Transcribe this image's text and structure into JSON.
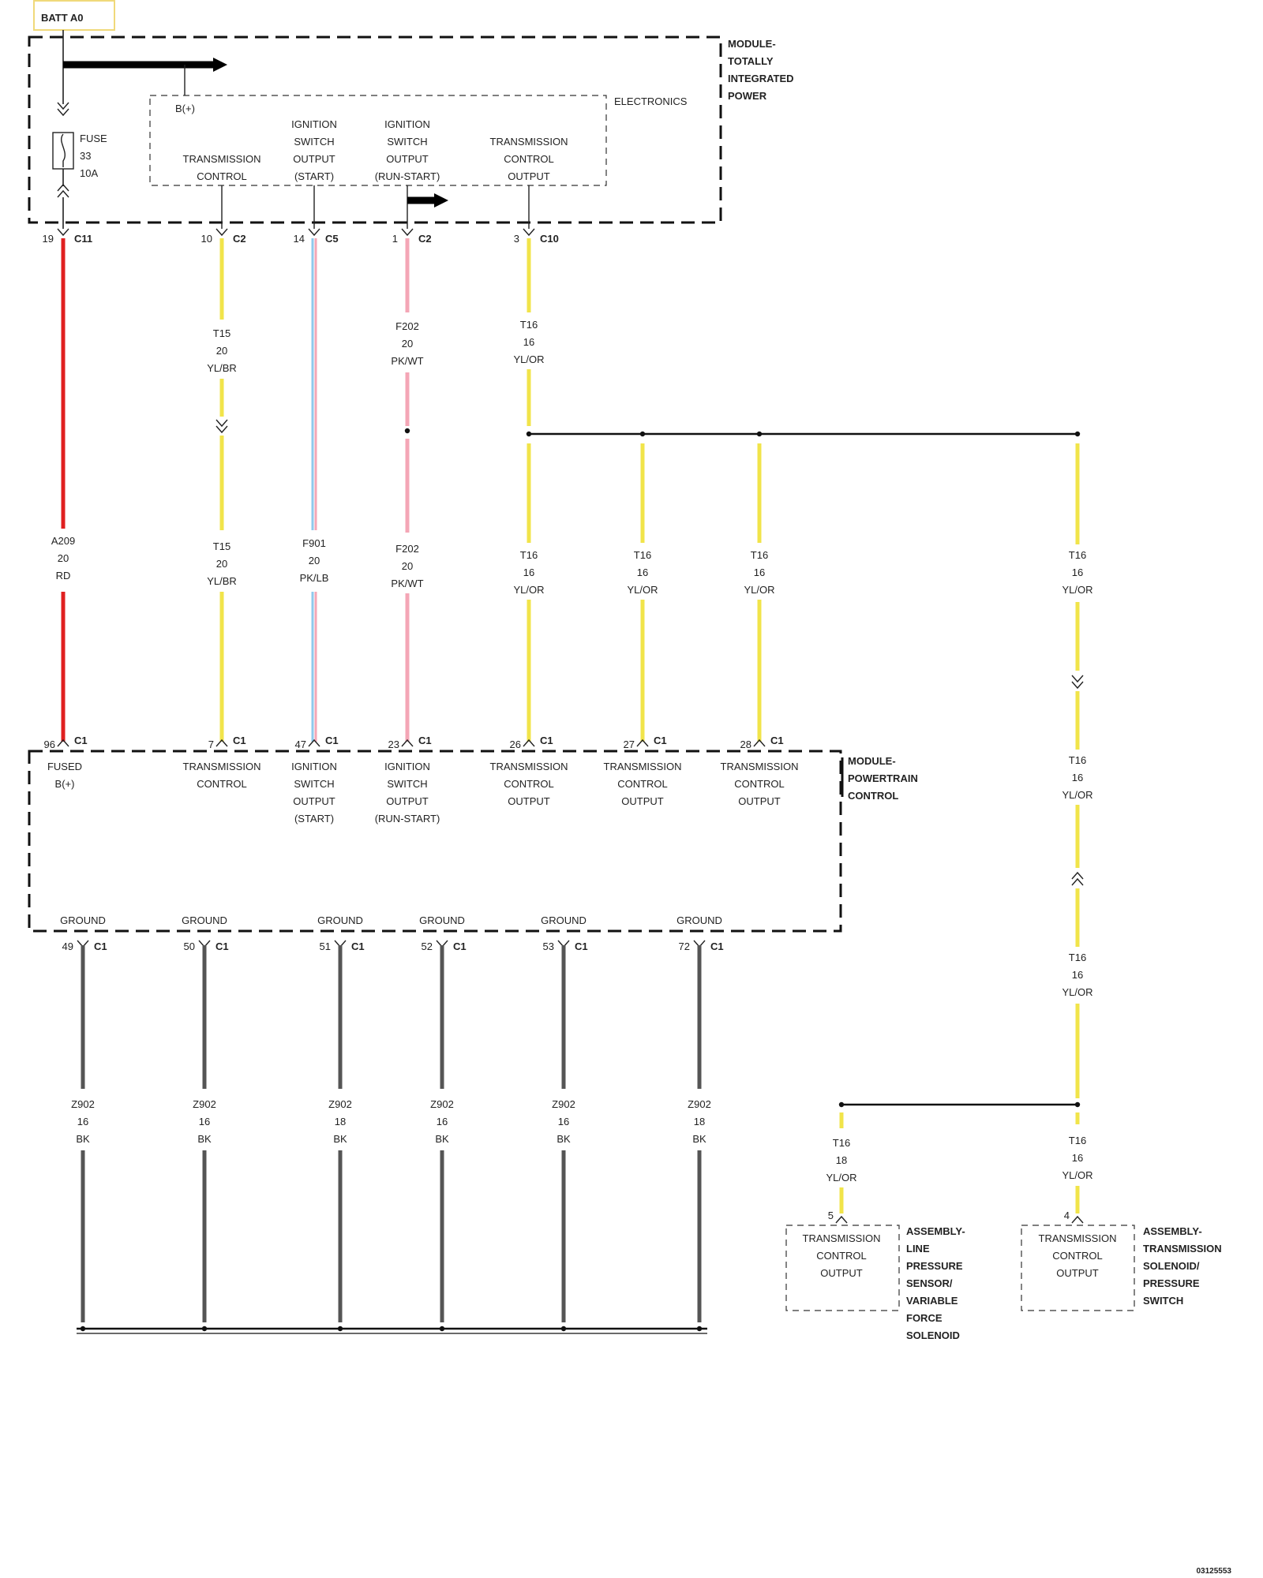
{
  "battery": {
    "label": "BATT A0"
  },
  "tipm": {
    "module_lines": [
      "MODULE-",
      "TOTALLY",
      "INTEGRATED",
      "POWER"
    ],
    "electronics_label": "ELECTRONICS",
    "bplus_label": "B(+)",
    "fuse_lines": [
      "FUSE",
      "33",
      "10A"
    ],
    "outputs": [
      {
        "lines": [
          "",
          "",
          "TRANSMISSION",
          "CONTROL"
        ]
      },
      {
        "lines": [
          "IGNITION",
          "SWITCH",
          "OUTPUT",
          "(START)"
        ]
      },
      {
        "lines": [
          "IGNITION",
          "SWITCH",
          "OUTPUT",
          "(RUN-START)"
        ]
      },
      {
        "lines": [
          "",
          "TRANSMISSION",
          "CONTROL",
          "OUTPUT"
        ]
      }
    ],
    "pins": [
      {
        "num": "19",
        "conn": "C11"
      },
      {
        "num": "10",
        "conn": "C2"
      },
      {
        "num": "14",
        "conn": "C5"
      },
      {
        "num": "1",
        "conn": "C2"
      },
      {
        "num": "3",
        "conn": "C10"
      }
    ]
  },
  "wires": [
    {
      "id": "w1",
      "labels": [
        [
          "A209",
          "20",
          "RD"
        ]
      ]
    },
    {
      "id": "w2",
      "labels": [
        [
          "T15",
          "20",
          "YL/BR"
        ],
        [
          "T15",
          "20",
          "YL/BR"
        ]
      ]
    },
    {
      "id": "w3",
      "labels": [
        [
          "F901",
          "20",
          "PK/LB"
        ]
      ]
    },
    {
      "id": "w4",
      "labels": [
        [
          "F202",
          "20",
          "PK/WT"
        ],
        [
          "F202",
          "20",
          "PK/WT"
        ]
      ]
    },
    {
      "id": "w5",
      "labels": [
        [
          "T16",
          "16",
          "YL/OR"
        ],
        [
          "T16",
          "16",
          "YL/OR"
        ]
      ]
    },
    {
      "id": "w6",
      "labels": [
        [
          "T16",
          "16",
          "YL/OR"
        ]
      ]
    },
    {
      "id": "w7",
      "labels": [
        [
          "T16",
          "16",
          "YL/OR"
        ]
      ]
    },
    {
      "id": "w8",
      "labels": [
        [
          "T16",
          "16",
          "YL/OR"
        ],
        [
          "T16",
          "16",
          "YL/OR"
        ],
        [
          "T16",
          "16",
          "YL/OR"
        ],
        [
          "T16",
          "16",
          "YL/OR"
        ]
      ]
    },
    {
      "id": "w9",
      "labels": [
        [
          "T16",
          "18",
          "YL/OR"
        ]
      ]
    }
  ],
  "pcm": {
    "module_lines": [
      "MODULE-",
      "POWERTRAIN",
      "CONTROL"
    ],
    "inputs": [
      {
        "num": "96",
        "conn": "C1",
        "lines": [
          "FUSED",
          "B(+)"
        ]
      },
      {
        "num": "7",
        "conn": "C1",
        "lines": [
          "TRANSMISSION",
          "CONTROL"
        ]
      },
      {
        "num": "47",
        "conn": "C1",
        "lines": [
          "IGNITION",
          "SWITCH",
          "OUTPUT",
          "(START)"
        ]
      },
      {
        "num": "23",
        "conn": "C1",
        "lines": [
          "IGNITION",
          "SWITCH",
          "OUTPUT",
          "(RUN-START)"
        ]
      },
      {
        "num": "26",
        "conn": "C1",
        "lines": [
          "TRANSMISSION",
          "CONTROL",
          "OUTPUT"
        ]
      },
      {
        "num": "27",
        "conn": "C1",
        "lines": [
          "TRANSMISSION",
          "CONTROL",
          "OUTPUT"
        ]
      },
      {
        "num": "28",
        "conn": "C1",
        "lines": [
          "TRANSMISSION",
          "CONTROL",
          "OUTPUT"
        ]
      }
    ],
    "grounds": [
      {
        "label": "GROUND",
        "num": "49",
        "conn": "C1",
        "wire": [
          "Z902",
          "16",
          "BK"
        ]
      },
      {
        "label": "GROUND",
        "num": "50",
        "conn": "C1",
        "wire": [
          "Z902",
          "16",
          "BK"
        ]
      },
      {
        "label": "GROUND",
        "num": "51",
        "conn": "C1",
        "wire": [
          "Z902",
          "18",
          "BK"
        ]
      },
      {
        "label": "GROUND",
        "num": "52",
        "conn": "C1",
        "wire": [
          "Z902",
          "16",
          "BK"
        ]
      },
      {
        "label": "GROUND",
        "num": "53",
        "conn": "C1",
        "wire": [
          "Z902",
          "16",
          "BK"
        ]
      },
      {
        "label": "GROUND",
        "num": "72",
        "conn": "C1",
        "wire": [
          "Z902",
          "18",
          "BK"
        ]
      }
    ]
  },
  "assemblies": [
    {
      "pin": "5",
      "lines": [
        "TRANSMISSION",
        "CONTROL",
        "OUTPUT"
      ],
      "title_lines": [
        "ASSEMBLY-",
        "LINE",
        "PRESSURE",
        "SENSOR/",
        "VARIABLE",
        "FORCE",
        "SOLENOID"
      ]
    },
    {
      "pin": "4",
      "lines": [
        "TRANSMISSION",
        "CONTROL",
        "OUTPUT"
      ],
      "title_lines": [
        "ASSEMBLY-",
        "TRANSMISSION",
        "SOLENOID/",
        "PRESSURE",
        "SWITCH"
      ]
    }
  ],
  "figure_id": "03125553",
  "colors": {
    "red": "#e02020",
    "yellow": "#f1e44a",
    "pink": "#f4a6b6",
    "lightblue": "#8fc9ec",
    "ground": "#555555",
    "battery_border": "#f0d97a"
  }
}
